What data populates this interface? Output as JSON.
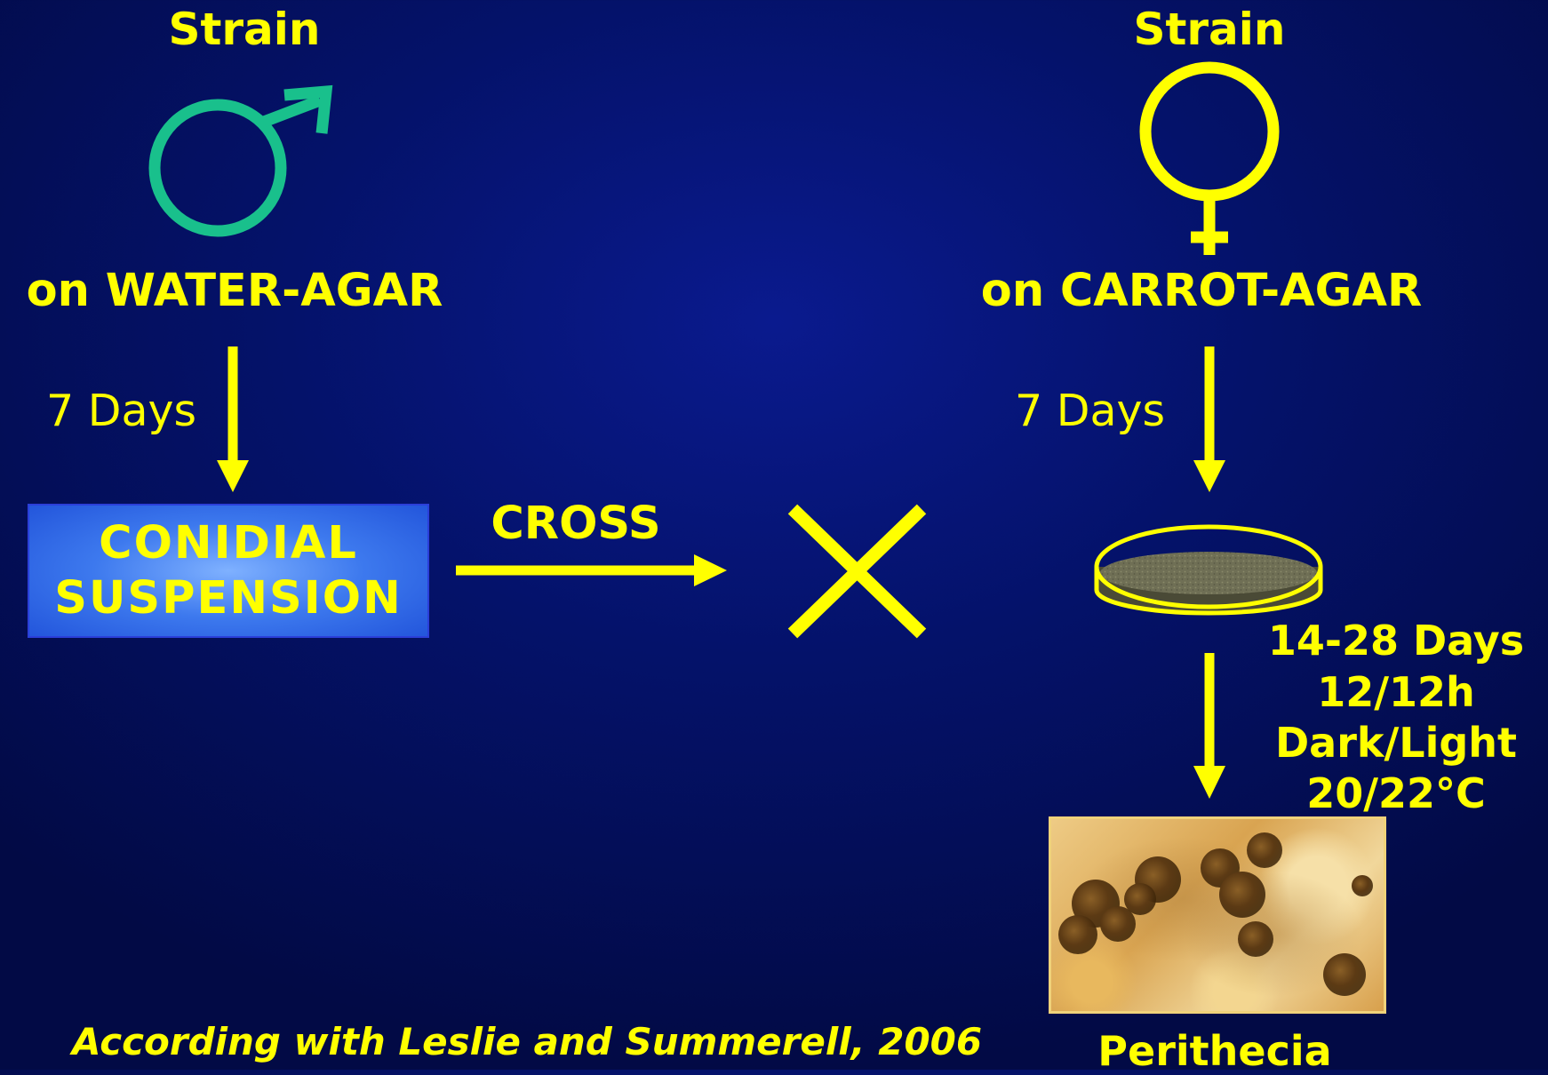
{
  "left": {
    "title": "Strain",
    "medium": "on WATER-AGAR",
    "duration": "7 Days",
    "box_line1": "CONIDIAL",
    "box_line2": "SUSPENSION"
  },
  "right": {
    "title": "Strain",
    "medium": "on CARROT-AGAR",
    "duration": "7 Days",
    "incubation": [
      "14-28 Days",
      "12/12h",
      "Dark/Light",
      "20/22°C"
    ],
    "result": "Perithecia"
  },
  "cross_label": "CROSS",
  "citation": "According with Leslie and Summerell, 2006",
  "colors": {
    "text": "#ffff00",
    "male_symbol": "#19c08c",
    "female_symbol": "#ffff00",
    "arrows": "#ffff00"
  },
  "icons": [
    "male-symbol-icon",
    "female-symbol-icon",
    "cross-x-icon",
    "petri-dish-icon"
  ]
}
